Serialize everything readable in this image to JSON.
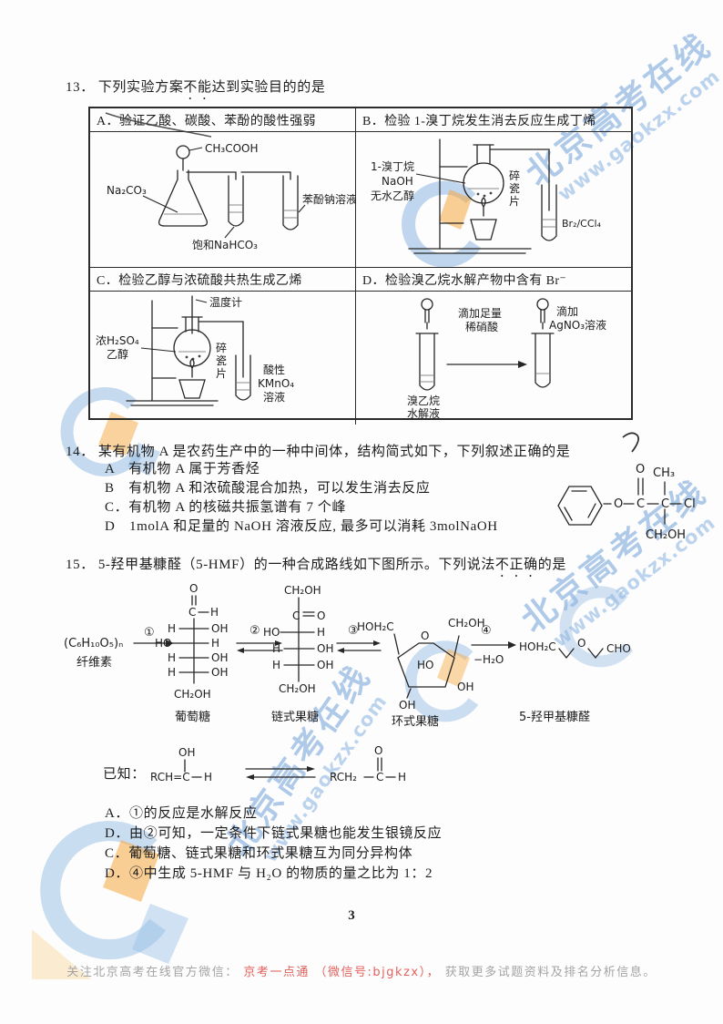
{
  "page": {
    "number": "3"
  },
  "footer": {
    "prefix": "关注北京高考在线官方微信： ",
    "highlight": "京考一点通 （微信号:bjgkzx）， ",
    "suffix": "获取更多试题资料及排名分析信息。"
  },
  "watermark": {
    "brand": "北京高考在线",
    "url": "www.gaokzx.com",
    "color": "#6298d6"
  },
  "atoms": {
    "H": "H",
    "OH": "OH",
    "HO": "HO",
    "O": "O",
    "C": "C",
    "CH2OH": "CH₂OH",
    "CH3": "CH₃",
    "Cl": "Cl",
    "CHO": "CHO",
    "HOH2C": "HOH₂C"
  },
  "q13": {
    "number": "13．",
    "title_pre": "下列实验方案",
    "title_em": "不能",
    "title_post": "达到实验目的的是",
    "a": {
      "header": "A．验证乙酸、碳酸、苯酚的酸性强弱",
      "ch3cooh": "CH₃COOH",
      "na2co3": "Na₂CO₃",
      "nahco3": "饱和NaHCO₃",
      "phenol": "苯酚钠溶液"
    },
    "b": {
      "header": "B．检验 1-溴丁烷发生消去反应生成丁烯",
      "l1": "1-溴丁烷",
      "l2": "NaOH",
      "l3": "无水乙醇",
      "chip1": "碎",
      "chip2": "瓷",
      "chip3": "片",
      "br2": "Br₂/CCl₄"
    },
    "c": {
      "header": "C．检验乙醇与浓硫酸共热生成乙烯",
      "thermo": "温度计",
      "h2so4": "浓H₂SO₄",
      "ethanol": "乙醇",
      "chip1": "碎",
      "chip2": "瓷",
      "chip3": "片",
      "kmno4a": "酸性",
      "kmno4b": "KMnO₄",
      "kmno4c": "溶液"
    },
    "d": {
      "header": "D．检验溴乙烷水解产物中含有 Br⁻",
      "drop1a": "滴加足量",
      "drop1b": "稀硝酸",
      "drop2a": "滴加",
      "drop2b": "AgNO₃溶液",
      "tube1a": "溴乙烷",
      "tube1b": "水解液"
    }
  },
  "q14": {
    "number": "14．",
    "title": "某有机物 A 是农药生产中的一种中间体，结构简式如下，下列叙述正确的是",
    "options": [
      "A　有机物 A 属于芳香烃",
      "B　有机物 A 和浓硫酸混合加热，可以发生消去反应",
      "C．有机物 A 的核磁共振氢谱有 7 个峰",
      "D　1molA 和足量的 NaOH 溶液反应, 最多可以消耗 3molNaOH"
    ]
  },
  "q15": {
    "number": "15．",
    "title_pre": "5-羟甲基糠醛（5-HMF）的一种合成路线如下图所示。下列说法",
    "title_em": "不正确",
    "title_post": "的是",
    "route": {
      "cellulose": "(C₆H₁₀O₅)ₙ",
      "cellulose_label": "纤维素",
      "step1": "①",
      "step2": "②",
      "step3": "③",
      "step4": "④",
      "step4_below": "−H₂O",
      "glucose_label": "葡萄糖",
      "fructose_chain_label": "链式果糖",
      "fructose_ring_label": "环式果糖",
      "hmf_label": "5-羟甲基糠醛"
    },
    "known_label": "已知：",
    "known": {
      "left1": "RCH=C",
      "left_oh": "OH",
      "left_h": "H",
      "right1": "RCH₂",
      "right_c": "C",
      "right_o": "O",
      "right_h": "H"
    },
    "options": [
      "A．①的反应是水解反应",
      "D．由②可知，一定条件下链式果糖也能发生银镜反应",
      "C．葡萄糖、链式果糖和环式果糖互为同分异构体",
      "D．④中生成 5-HMF 与 H₂O 的物质的量之比为 1：2"
    ]
  }
}
